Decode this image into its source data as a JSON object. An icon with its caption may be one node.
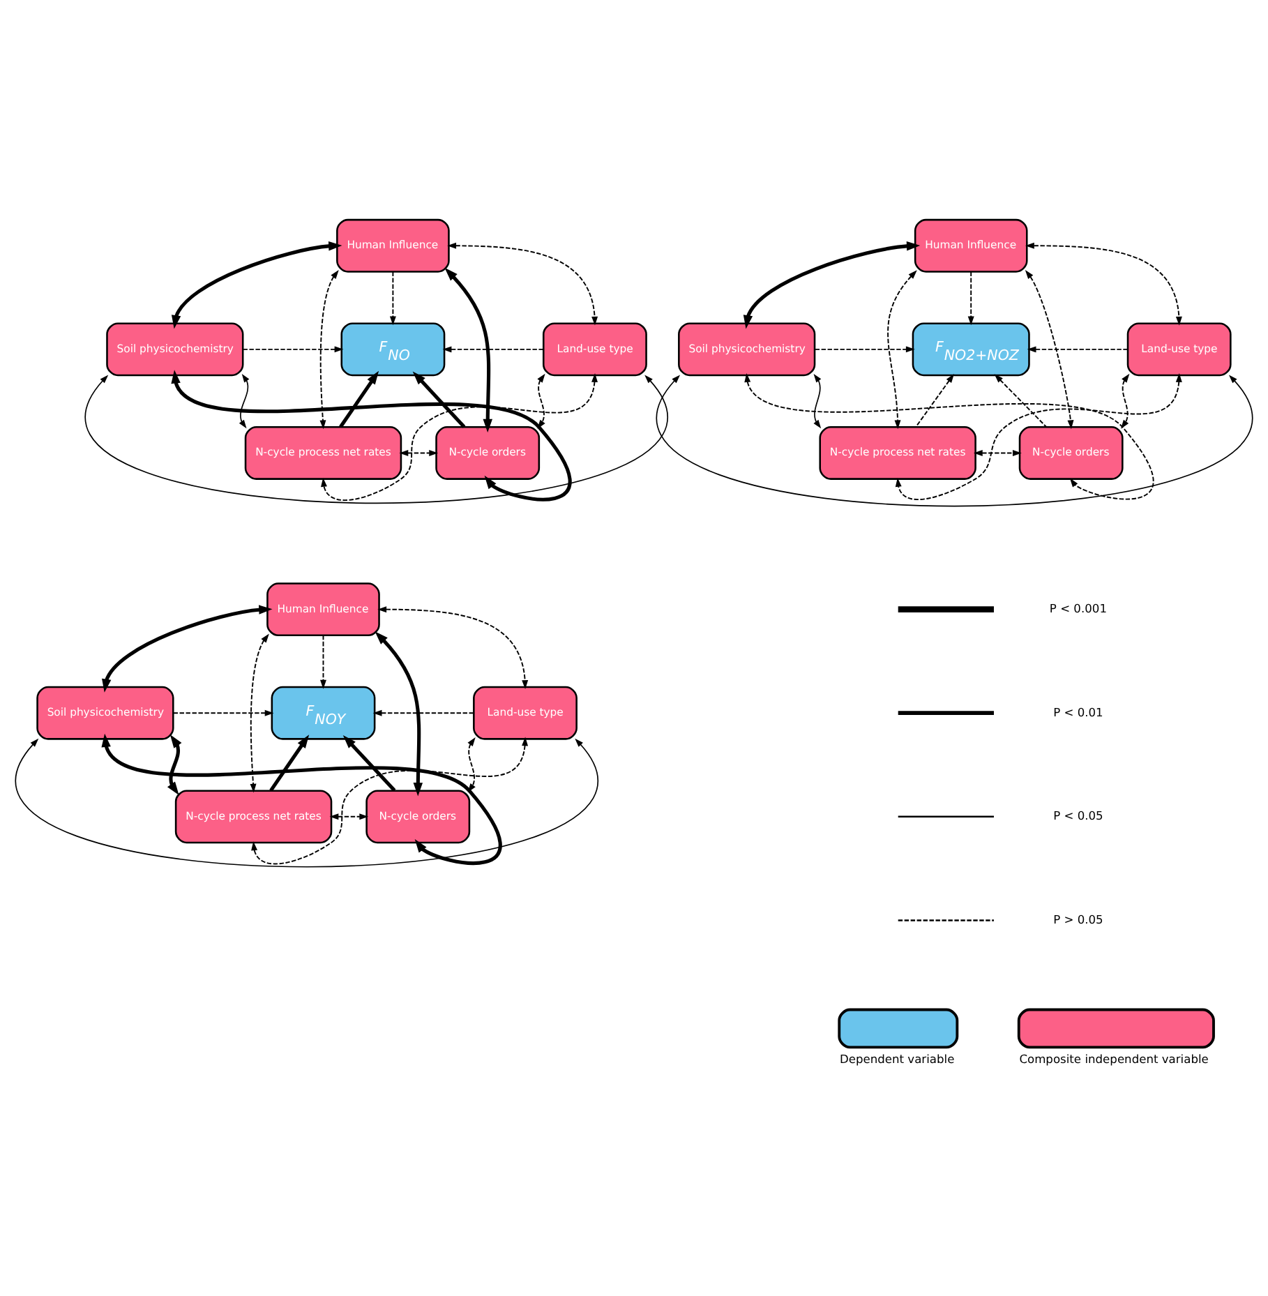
{
  "diagram": {
    "nodes": [
      {
        "text": [
          "Human Influence"
        ]
      },
      {
        "text": [
          "Soil physicochemistry"
        ]
      },
      {
        "text": [
          "F$_{NO}$"
        ]
      },
      {
        "text": [
          "Land-use type"
        ]
      },
      {
        "text": [
          "N-cycle process net rates"
        ]
      },
      {
        "text": [
          "N-cycle orders"
        ]
      },
      {
        "text": [
          "Human Influence"
        ]
      },
      {
        "text": [
          "Soil physicochemistry"
        ]
      },
      {
        "text": [
          "F$_{NO2+NOZ}$"
        ]
      },
      {
        "text": [
          "Land-use type"
        ]
      },
      {
        "text": [
          "N-cycle process net rates"
        ]
      },
      {
        "text": [
          "N-cycle orders"
        ]
      },
      {
        "text": [
          "Human Influence"
        ]
      },
      {
        "text": [
          "Soil physicochemistry"
        ]
      },
      {
        "text": [
          "F$_{NOY}$"
        ]
      },
      {
        "text": [
          "Land-use type"
        ]
      },
      {
        "text": [
          "N-cycle process net rates"
        ]
      },
      {
        "text": [
          "N-cycle orders"
        ]
      }
    ],
    "edges": [
      {
        "from": 0,
        "to": 1,
        "arrow": "both",
        "style": "thick"
      },
      {
        "from": 0,
        "to": 2,
        "arrow": "to",
        "style": "dashed"
      },
      {
        "from": 0,
        "to": 3,
        "arrow": "both",
        "style": "dashed"
      },
      {
        "from": 0,
        "to": 4,
        "arrow": "both",
        "style": "dashed"
      },
      {
        "from": 0,
        "to": 5,
        "arrow": "both",
        "style": "thick"
      },
      {
        "from": 1,
        "to": 2,
        "arrow": "to",
        "style": "dashed"
      },
      {
        "from": 3,
        "to": 2,
        "arrow": "to",
        "style": "dashed"
      },
      {
        "from": 1,
        "to": 4,
        "arrow": "both"
      },
      {
        "from": 4,
        "to": 2,
        "arrow": "to",
        "style": "thick"
      },
      {
        "from": 5,
        "to": 2,
        "arrow": "to",
        "style": "thick"
      },
      {
        "from": 4,
        "to": 5,
        "arrow": "both",
        "style": "dashed"
      },
      {
        "from": 3,
        "to": 5,
        "arrow": "both",
        "style": "dashed"
      },
      {
        "from": 1,
        "to": 3,
        "arrow": "both"
      },
      {
        "from": 1,
        "to": 5,
        "arrow": "both",
        "style": "thick"
      },
      {
        "from": 3,
        "to": 4,
        "arrow": "both",
        "style": "dashed"
      },
      {
        "from": 6,
        "to": 7,
        "arrow": "both",
        "style": "thick"
      },
      {
        "from": 6,
        "to": 8,
        "arrow": "to",
        "style": "dashed"
      },
      {
        "from": 6,
        "to": 9,
        "arrow": "both",
        "style": "dashed"
      },
      {
        "from": 6,
        "to": 10,
        "arrow": "both",
        "style": "dashed"
      },
      {
        "from": 6,
        "to": 11,
        "arrow": "both",
        "style": "dashed"
      },
      {
        "from": 7,
        "to": 8,
        "arrow": "to",
        "style": "dashed"
      },
      {
        "from": 9,
        "to": 8,
        "arrow": "to",
        "style": "dashed"
      },
      {
        "from": 7,
        "to": 10,
        "arrow": "both"
      },
      {
        "from": 10,
        "to": 8,
        "arrow": "to",
        "style": "dashed"
      },
      {
        "from": 11,
        "to": 8,
        "arrow": "to",
        "style": "dashed"
      },
      {
        "from": 10,
        "to": 11,
        "arrow": "both",
        "style": "dashed"
      },
      {
        "from": 9,
        "to": 11,
        "arrow": "both",
        "style": "dashed"
      },
      {
        "from": 7,
        "to": 9,
        "arrow": "both"
      },
      {
        "from": 7,
        "to": 11,
        "arrow": "both",
        "style": "dashed"
      },
      {
        "from": 9,
        "to": 10,
        "arrow": "both",
        "style": "dashed"
      },
      {
        "from": 12,
        "to": 13,
        "arrow": "both",
        "style": "thick"
      },
      {
        "from": 12,
        "to": 14,
        "arrow": "to",
        "style": "dashed"
      },
      {
        "from": 12,
        "to": 15,
        "arrow": "both",
        "style": "dashed"
      },
      {
        "from": 12,
        "to": 16,
        "arrow": "both",
        "style": "dashed"
      },
      {
        "from": 12,
        "to": 17,
        "arrow": "both",
        "style": "thick"
      },
      {
        "from": 13,
        "to": 14,
        "arrow": "to",
        "style": "dashed"
      },
      {
        "from": 15,
        "to": 14,
        "arrow": "to",
        "style": "dashed"
      },
      {
        "from": 13,
        "to": 16,
        "arrow": "both",
        "style": "thick"
      },
      {
        "from": 16,
        "to": 14,
        "arrow": "to",
        "style": "thick"
      },
      {
        "from": 17,
        "to": 14,
        "arrow": "to",
        "style": "thick"
      },
      {
        "from": 16,
        "to": 17,
        "arrow": "both",
        "style": "dashed"
      },
      {
        "from": 15,
        "to": 17,
        "arrow": "both",
        "style": "dashed"
      },
      {
        "from": 13,
        "to": 15,
        "arrow": "both"
      },
      {
        "from": 13,
        "to": 17,
        "arrow": "both",
        "style": "thick"
      },
      {
        "from": 15,
        "to": 16,
        "arrow": "both",
        "style": "dashed"
      }
    ],
    "legend": [
      {
        "text": "P < 0.001"
      },
      {
        "text": "P < 0.01"
      },
      {
        "text": "P < 0.05"
      },
      {
        "text": "P > 0.05"
      },
      {
        "text": "Dependent variable",
        "color": "#6ac4ec"
      },
      {
        "text": "Composite independent variable",
        "color": "#fc6087"
      }
    ]
  }
}
